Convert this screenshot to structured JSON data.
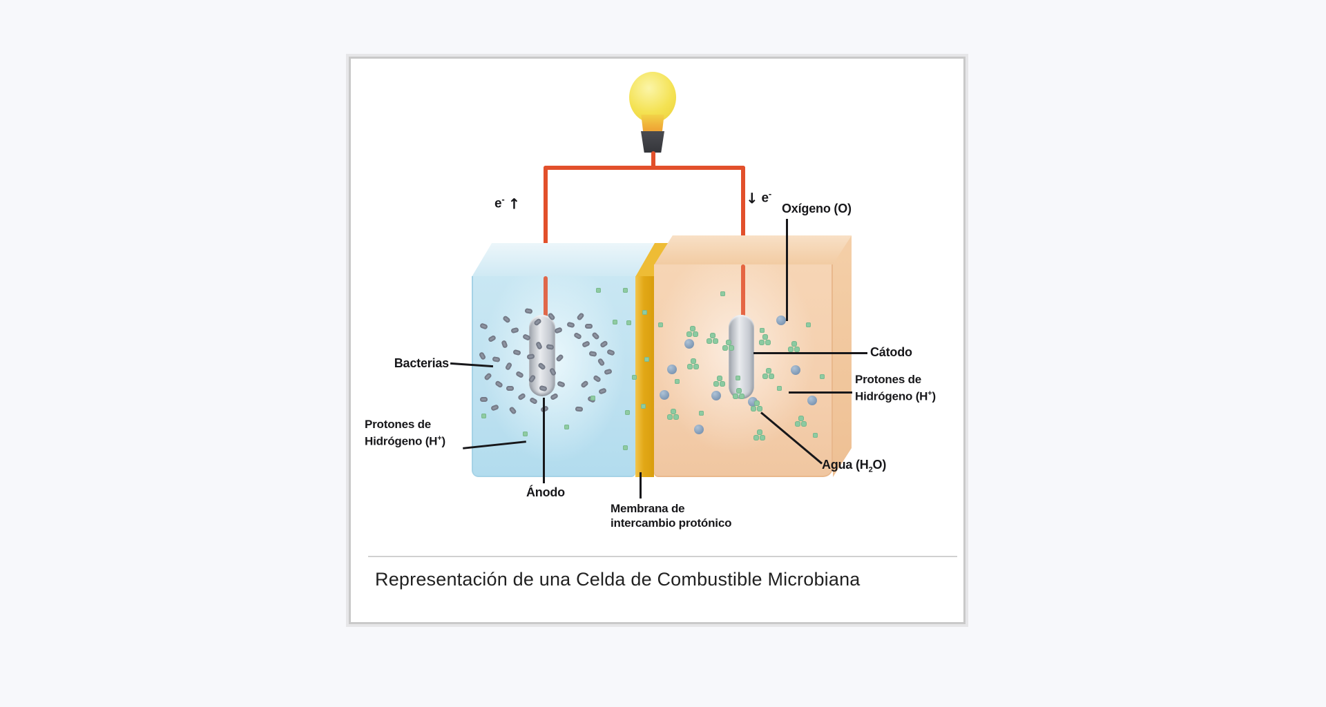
{
  "caption": "Representación de una Celda de Combustible Microbiana",
  "labels": {
    "bacterias": "Bacterias",
    "anodo": "Ánodo",
    "catodo": "Cátodo",
    "oxigeno": "Oxígeno (O)",
    "membrana": {
      "line1": "Membrana de",
      "line2": "intercambio protónico"
    },
    "protones": {
      "line1": "Protones de",
      "line2_pre": "Hidrógeno (H",
      "sup": "+",
      "line2_post": ")"
    },
    "agua": {
      "pre": "Agua (H",
      "sub": "2",
      "post": "O)"
    },
    "electron": {
      "sym": "e",
      "sup": "-",
      "arrow_up": "↑",
      "arrow_down": "↓"
    }
  },
  "colors": {
    "wire_red": "#e2502b",
    "bulb_yellow": "#f4e253",
    "socket_gray": "#3b3c41",
    "anode_chamber_blue": "#bee1f0",
    "cathode_chamber_orange": "#f4cfae",
    "membrane_gold": "#e2a816",
    "electrode_gray": "#c6cad1",
    "bacteria_gray": "#8d93a0",
    "proton_green": "#8fcba2",
    "oxygen_blue": "#7b95b2",
    "label_black": "#17171a",
    "panel_border": "#c9c9c9",
    "page_bg": "#f7f8fb"
  },
  "scatter": {
    "bacteria": [
      [
        700,
        472,
        20
      ],
      [
        712,
        490,
        -30
      ],
      [
        698,
        515,
        60
      ],
      [
        718,
        520,
        10
      ],
      [
        706,
        545,
        -45
      ],
      [
        722,
        556,
        35
      ],
      [
        700,
        578,
        0
      ],
      [
        716,
        590,
        -20
      ],
      [
        733,
        462,
        40
      ],
      [
        745,
        478,
        -15
      ],
      [
        730,
        498,
        70
      ],
      [
        748,
        510,
        15
      ],
      [
        736,
        530,
        -60
      ],
      [
        752,
        542,
        30
      ],
      [
        738,
        562,
        0
      ],
      [
        755,
        574,
        -35
      ],
      [
        742,
        594,
        50
      ],
      [
        765,
        450,
        10
      ],
      [
        778,
        466,
        -40
      ],
      [
        762,
        488,
        25
      ],
      [
        780,
        500,
        65
      ],
      [
        768,
        516,
        -10
      ],
      [
        784,
        530,
        40
      ],
      [
        770,
        548,
        -55
      ],
      [
        786,
        562,
        15
      ],
      [
        772,
        580,
        30
      ],
      [
        788,
        592,
        -25
      ],
      [
        798,
        458,
        50
      ],
      [
        808,
        478,
        -20
      ],
      [
        796,
        502,
        10
      ],
      [
        810,
        518,
        -45
      ],
      [
        800,
        538,
        60
      ],
      [
        812,
        556,
        20
      ],
      [
        802,
        574,
        -30
      ],
      [
        826,
        470,
        15
      ],
      [
        840,
        458,
        -50
      ],
      [
        836,
        486,
        30
      ],
      [
        852,
        472,
        0
      ],
      [
        848,
        498,
        -25
      ],
      [
        862,
        486,
        45
      ],
      [
        858,
        512,
        10
      ],
      [
        874,
        498,
        -35
      ],
      [
        870,
        524,
        55
      ],
      [
        884,
        510,
        20
      ],
      [
        880,
        538,
        -15
      ],
      [
        864,
        548,
        35
      ],
      [
        846,
        556,
        -40
      ],
      [
        856,
        578,
        25
      ],
      [
        838,
        592,
        5
      ],
      [
        872,
        566,
        -20
      ]
    ],
    "green_left": [
      [
        866,
        420
      ],
      [
        890,
        466
      ],
      [
        918,
        546
      ],
      [
        858,
        576
      ],
      [
        760,
        628
      ],
      [
        820,
        618
      ],
      [
        700,
        602
      ],
      [
        905,
        648
      ],
      [
        905,
        420
      ],
      [
        910,
        467
      ],
      [
        908,
        597
      ]
    ],
    "green_membrane": [
      [
        933,
        452
      ],
      [
        936,
        520
      ],
      [
        931,
        588
      ]
    ],
    "blue_right": [
      [
        973,
        535
      ],
      [
        998,
        498
      ],
      [
        1037,
        573
      ],
      [
        1131,
        464
      ],
      [
        1152,
        536
      ],
      [
        1176,
        580
      ],
      [
        962,
        572
      ],
      [
        1090,
        582
      ],
      [
        1012,
        622
      ]
    ],
    "green_clusters_right": [
      [
        1003,
        480
      ],
      [
        1032,
        490
      ],
      [
        1108,
        492
      ],
      [
        1113,
        541
      ],
      [
        1150,
        502
      ],
      [
        1070,
        570
      ],
      [
        1004,
        527
      ],
      [
        1042,
        552
      ],
      [
        1160,
        610
      ],
      [
        1100,
        630
      ],
      [
        975,
        600
      ],
      [
        1055,
        500
      ],
      [
        1096,
        588
      ]
    ],
    "green_right": [
      [
        1015,
        598
      ],
      [
        980,
        552
      ],
      [
        1103,
        478
      ],
      [
        1068,
        547
      ],
      [
        1128,
        562
      ],
      [
        1170,
        470
      ],
      [
        1190,
        545
      ],
      [
        956,
        470
      ],
      [
        1180,
        630
      ],
      [
        1046,
        425
      ]
    ]
  }
}
